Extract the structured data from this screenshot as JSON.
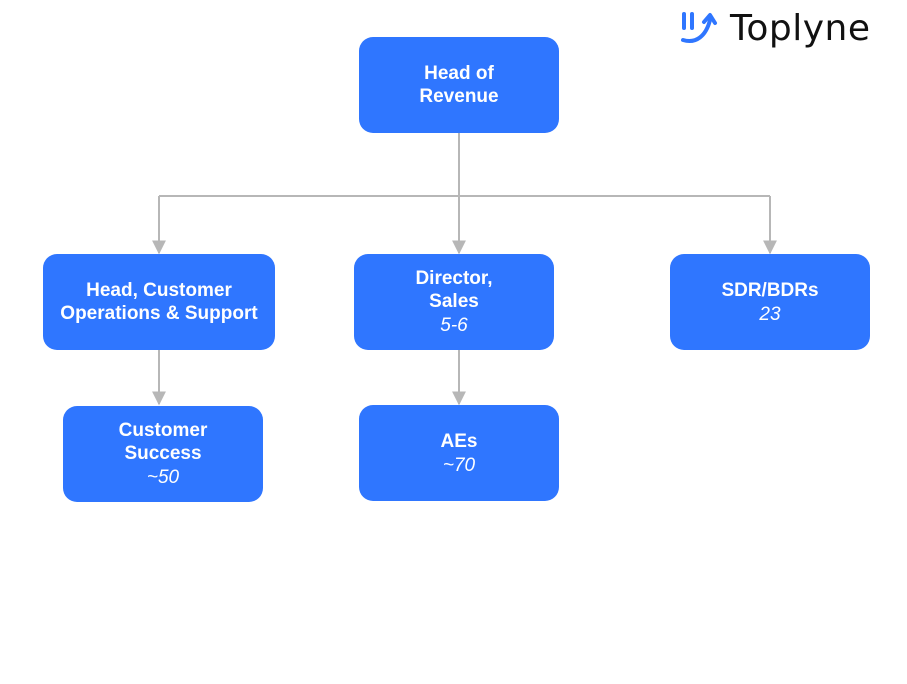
{
  "brand": {
    "name": "Toplyne",
    "accent": "#2f76ff",
    "logo_icon": "signal-arrow-icon"
  },
  "colors": {
    "node_fill": "#2f76ff",
    "node_text": "#ffffff",
    "connector": "#b7b7b7"
  },
  "nodes": {
    "head_of_revenue": {
      "title": "Head of\nRevenue",
      "count": ""
    },
    "head_customer_ops": {
      "title": "Head, Customer\nOperations & Support",
      "count": ""
    },
    "director_sales": {
      "title": "Director,\nSales",
      "count": "5-6"
    },
    "sdr_bdrs": {
      "title": "SDR/BDRs",
      "count": "23"
    },
    "customer_success": {
      "title": "Customer\nSuccess",
      "count": "~50"
    },
    "aes": {
      "title": "AEs",
      "count": "~70"
    }
  },
  "edges": [
    {
      "from": "head_of_revenue",
      "to": "head_customer_ops"
    },
    {
      "from": "head_of_revenue",
      "to": "director_sales"
    },
    {
      "from": "head_of_revenue",
      "to": "sdr_bdrs"
    },
    {
      "from": "head_customer_ops",
      "to": "customer_success"
    },
    {
      "from": "director_sales",
      "to": "aes"
    }
  ]
}
